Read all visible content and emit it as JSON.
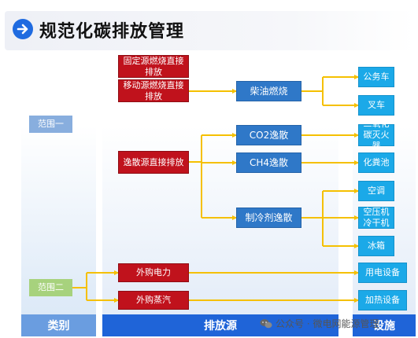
{
  "title": "规范化碳排放管理",
  "header_icon": "arrow-right-icon",
  "colors": {
    "accent": "#1f6be0",
    "source_box": "#c0121c",
    "process_box": "#2f78c8",
    "device_box": "#1ba9e8",
    "connector": "#f5c000",
    "scope_one": "#88aede",
    "scope_two": "#a7d27d"
  },
  "columns": {
    "category": "类别",
    "sources": "排放源",
    "devices": "设施"
  },
  "scopes": {
    "one": "范围一",
    "two": "范围二"
  },
  "sources": {
    "fixed": "固定源燃烧直接排放",
    "mobile": "移动源燃烧直接排放",
    "fugitive": "逸散源直接排放",
    "purchased_power": "外购电力",
    "purchased_steam": "外购蒸汽"
  },
  "processes": {
    "diesel": "柴油燃烧",
    "co2": "CO2逸散",
    "ch4": "CH4逸散",
    "refrigerant": "制冷剂逸散"
  },
  "devices": {
    "official_car": "公务车",
    "forklift": "叉车",
    "co2_extinguisher": "二氧化碳灭火器",
    "septic_tank": "化粪池",
    "air_conditioner": "空调",
    "air_compressor_dryer": "空压机冷干机",
    "refrigerator": "冰箱",
    "power_equipment": "用电设备",
    "heating_equipment": "加热设备"
  },
  "watermark": {
    "text": "公众号 · 微电网能源管理",
    "icon": "wechat-icon"
  }
}
